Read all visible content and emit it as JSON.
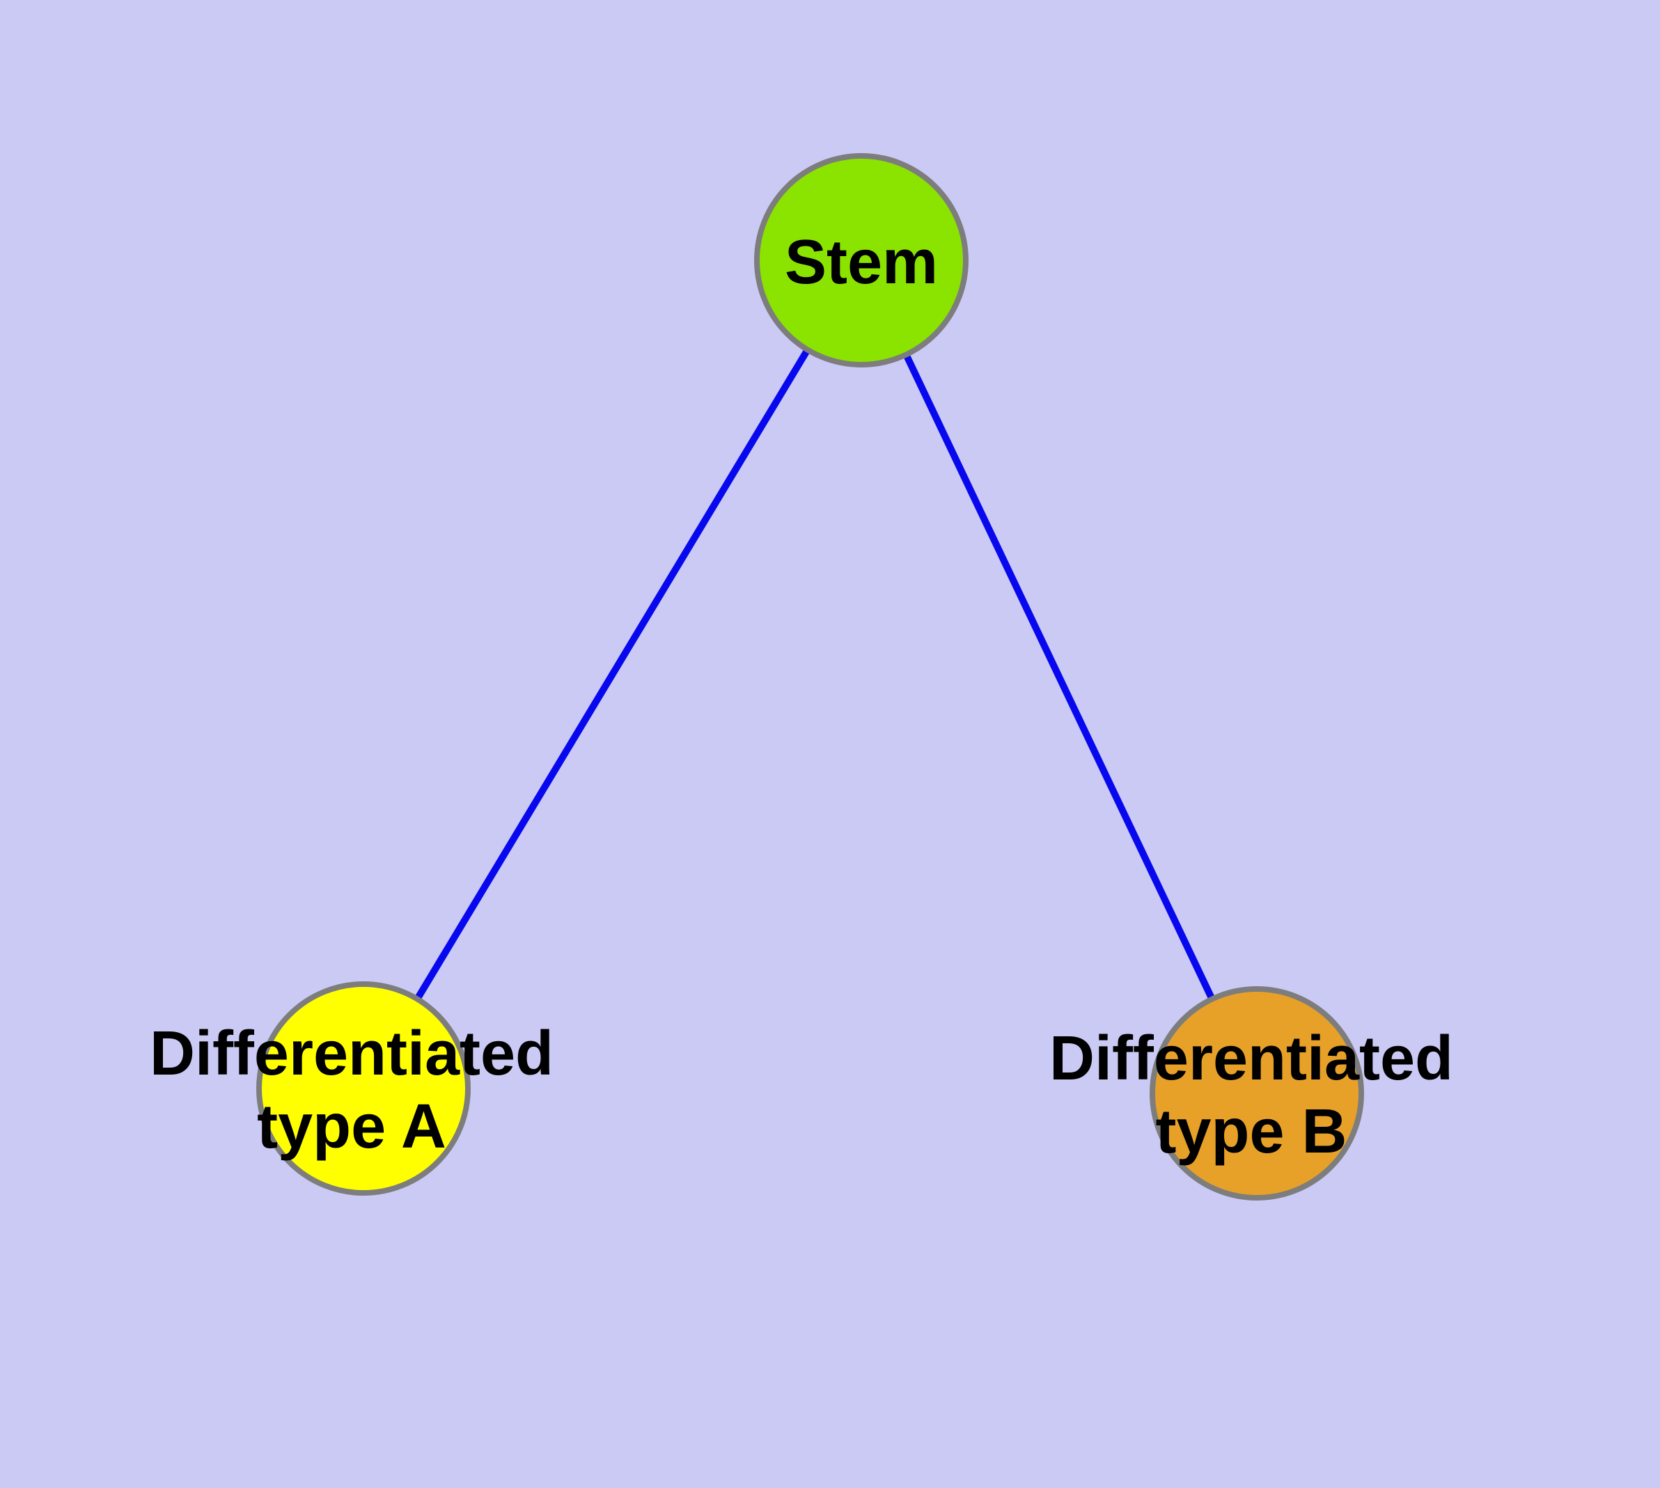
{
  "colors": {
    "background": "#CACAF5",
    "edge": "#0808EE",
    "node_border": "#7D7D7D",
    "label_text": "#000000"
  },
  "nodes": {
    "stem": {
      "label": "Stem",
      "color": "#8BE300"
    },
    "typeA": {
      "label_line1": "Differentiated",
      "label_line2": "type A",
      "color": "#FFFF00"
    },
    "typeB": {
      "label_line1": "Differentiated",
      "label_line2": "type B",
      "color": "#E8A128"
    }
  },
  "edges": [
    {
      "from": "Stem",
      "to": "Differentiated type A"
    },
    {
      "from": "Stem",
      "to": "Differentiated type B"
    }
  ]
}
